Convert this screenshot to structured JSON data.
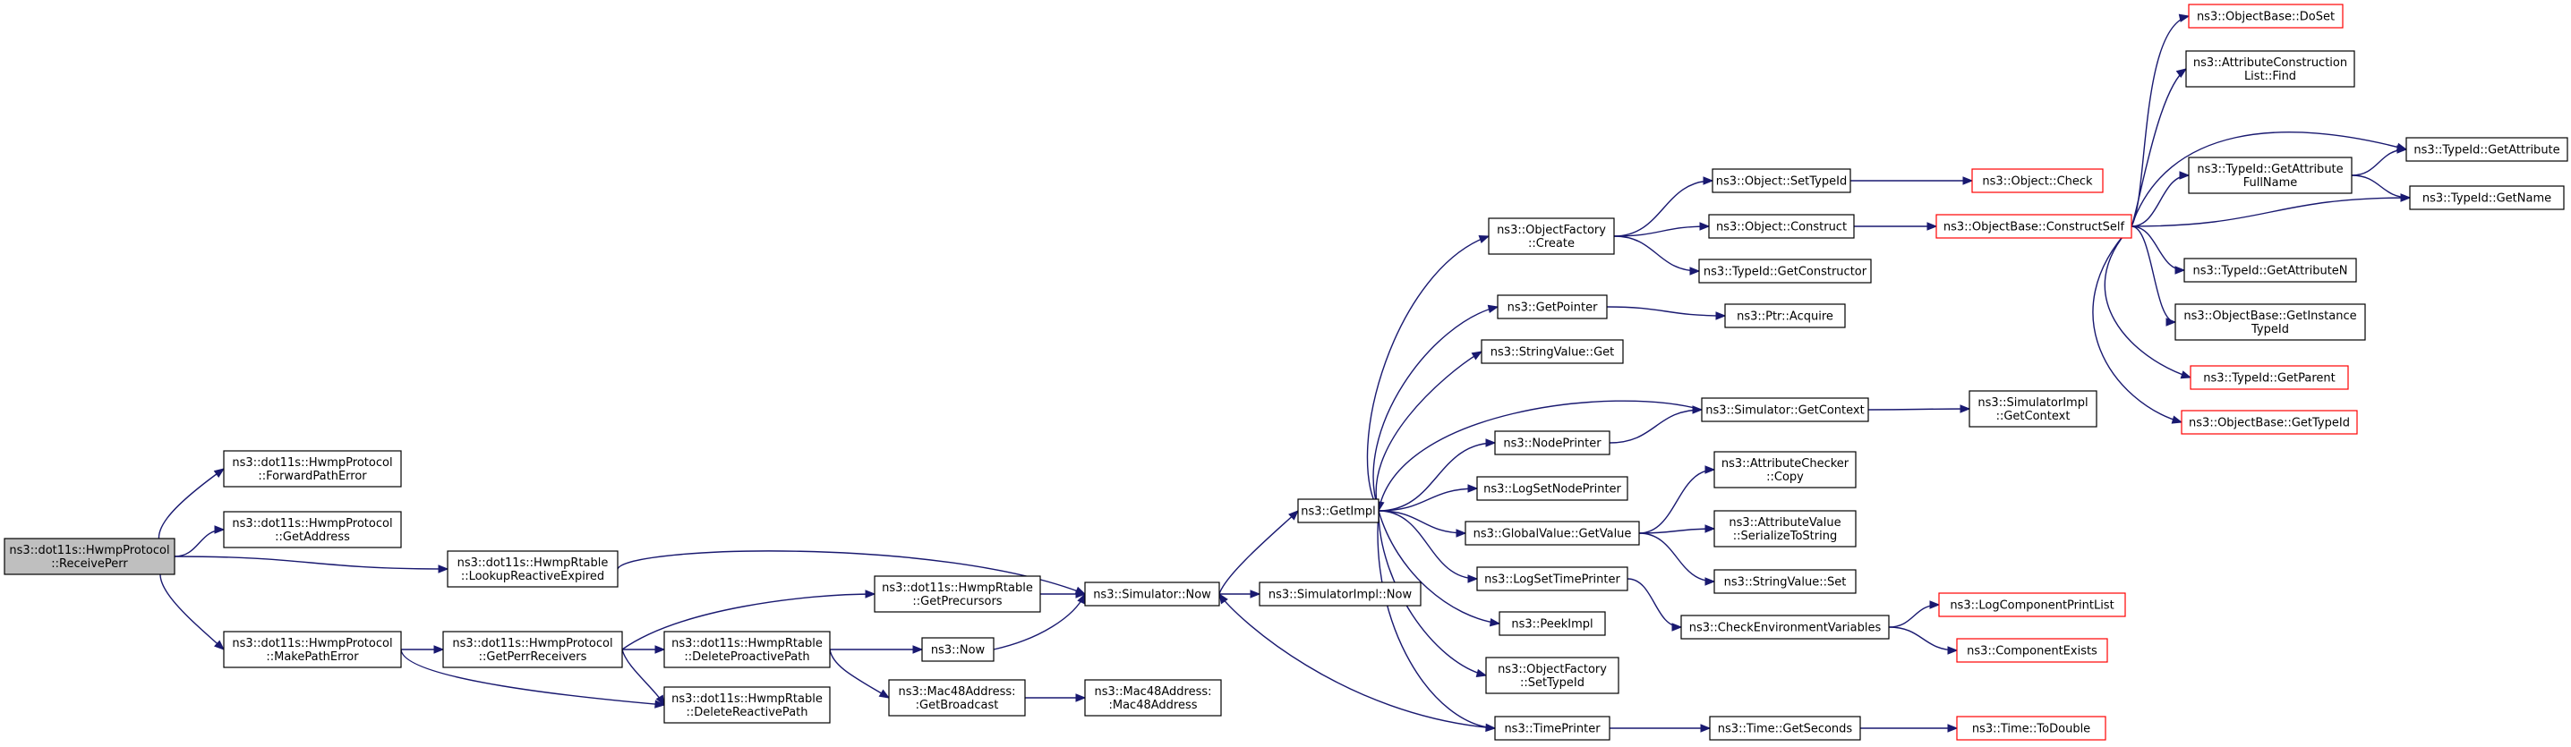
{
  "colors": {
    "node_border": "#000000",
    "node_fill": "#ffffff",
    "root_fill": "#bfbfbf",
    "undocumented_border": "#ff0000",
    "edge": "#191970"
  },
  "nodes": [
    {
      "id": "receive_perr",
      "lines": [
        "ns3::dot11s::HwmpProtocol",
        "::ReceivePerr"
      ],
      "root": true
    },
    {
      "id": "forward_path_error",
      "lines": [
        "ns3::dot11s::HwmpProtocol",
        "::ForwardPathError"
      ]
    },
    {
      "id": "get_address",
      "lines": [
        "ns3::dot11s::HwmpProtocol",
        "::GetAddress"
      ]
    },
    {
      "id": "lookup_reactive_expired",
      "lines": [
        "ns3::dot11s::HwmpRtable",
        "::LookupReactiveExpired"
      ]
    },
    {
      "id": "make_path_error",
      "lines": [
        "ns3::dot11s::HwmpProtocol",
        "::MakePathError"
      ]
    },
    {
      "id": "get_perr_receivers",
      "lines": [
        "ns3::dot11s::HwmpProtocol",
        "::GetPerrReceivers"
      ]
    },
    {
      "id": "get_precursors",
      "lines": [
        "ns3::dot11s::HwmpRtable",
        "::GetPrecursors"
      ]
    },
    {
      "id": "delete_proactive_path",
      "lines": [
        "ns3::dot11s::HwmpRtable",
        "::DeleteProactivePath"
      ]
    },
    {
      "id": "delete_reactive_path",
      "lines": [
        "ns3::dot11s::HwmpRtable",
        "::DeleteReactivePath"
      ]
    },
    {
      "id": "now",
      "lines": [
        "ns3::Now"
      ]
    },
    {
      "id": "get_broadcast",
      "lines": [
        "ns3::Mac48Address:",
        ":GetBroadcast"
      ]
    },
    {
      "id": "mac48_ctor",
      "lines": [
        "ns3::Mac48Address:",
        ":Mac48Address"
      ]
    },
    {
      "id": "simulator_now",
      "lines": [
        "ns3::Simulator::Now"
      ]
    },
    {
      "id": "simulator_impl_now",
      "lines": [
        "ns3::SimulatorImpl::Now"
      ]
    },
    {
      "id": "get_impl",
      "lines": [
        "ns3::GetImpl"
      ]
    },
    {
      "id": "object_factory_create",
      "lines": [
        "ns3::ObjectFactory",
        "::Create"
      ]
    },
    {
      "id": "get_pointer",
      "lines": [
        "ns3::GetPointer"
      ]
    },
    {
      "id": "string_value_get",
      "lines": [
        "ns3::StringValue::Get"
      ]
    },
    {
      "id": "node_printer",
      "lines": [
        "ns3::NodePrinter"
      ]
    },
    {
      "id": "log_set_node_printer",
      "lines": [
        "ns3::LogSetNodePrinter"
      ]
    },
    {
      "id": "global_value_get_value",
      "lines": [
        "ns3::GlobalValue::GetValue"
      ]
    },
    {
      "id": "log_set_time_printer",
      "lines": [
        "ns3::LogSetTimePrinter"
      ]
    },
    {
      "id": "peek_impl",
      "lines": [
        "ns3::PeekImpl"
      ]
    },
    {
      "id": "object_factory_set_type_id",
      "lines": [
        "ns3::ObjectFactory",
        "::SetTypeId"
      ]
    },
    {
      "id": "time_printer",
      "lines": [
        "ns3::TimePrinter"
      ]
    },
    {
      "id": "object_set_type_id",
      "lines": [
        "ns3::Object::SetTypeId"
      ]
    },
    {
      "id": "object_construct",
      "lines": [
        "ns3::Object::Construct"
      ]
    },
    {
      "id": "type_id_get_constructor",
      "lines": [
        "ns3::TypeId::GetConstructor"
      ]
    },
    {
      "id": "ptr_acquire",
      "lines": [
        "ns3::Ptr::Acquire"
      ]
    },
    {
      "id": "simulator_get_context",
      "lines": [
        "ns3::Simulator::GetContext"
      ]
    },
    {
      "id": "attribute_checker_copy",
      "lines": [
        "ns3::AttributeChecker",
        "::Copy"
      ]
    },
    {
      "id": "attribute_value_serialize",
      "lines": [
        "ns3::AttributeValue",
        "::SerializeToString"
      ]
    },
    {
      "id": "string_value_set",
      "lines": [
        "ns3::StringValue::Set"
      ]
    },
    {
      "id": "check_environment_variables",
      "lines": [
        "ns3::CheckEnvironmentVariables"
      ]
    },
    {
      "id": "time_get_seconds",
      "lines": [
        "ns3::Time::GetSeconds"
      ]
    },
    {
      "id": "object_check",
      "lines": [
        "ns3::Object::Check"
      ],
      "undocumented": true
    },
    {
      "id": "construct_self",
      "lines": [
        "ns3::ObjectBase::ConstructSelf"
      ],
      "undocumented": true
    },
    {
      "id": "simulator_impl_get_context",
      "lines": [
        "ns3::SimulatorImpl",
        "::GetContext"
      ]
    },
    {
      "id": "log_component_print_list",
      "lines": [
        "ns3::LogComponentPrintList"
      ],
      "undocumented": true
    },
    {
      "id": "component_exists",
      "lines": [
        "ns3::ComponentExists"
      ],
      "undocumented": true
    },
    {
      "id": "time_to_double",
      "lines": [
        "ns3::Time::ToDouble"
      ],
      "undocumented": true
    },
    {
      "id": "object_base_do_set",
      "lines": [
        "ns3::ObjectBase::DoSet"
      ],
      "undocumented": true
    },
    {
      "id": "attribute_construction_list_find",
      "lines": [
        "ns3::AttributeConstruction",
        "List::Find"
      ]
    },
    {
      "id": "type_id_get_attribute_full_name",
      "lines": [
        "ns3::TypeId::GetAttribute",
        "FullName"
      ]
    },
    {
      "id": "type_id_get_attribute_n",
      "lines": [
        "ns3::TypeId::GetAttributeN"
      ]
    },
    {
      "id": "object_base_get_instance_type_id",
      "lines": [
        "ns3::ObjectBase::GetInstance",
        "TypeId"
      ]
    },
    {
      "id": "type_id_get_parent",
      "lines": [
        "ns3::TypeId::GetParent"
      ],
      "undocumented": true
    },
    {
      "id": "object_base_get_type_id",
      "lines": [
        "ns3::ObjectBase::GetTypeId"
      ],
      "undocumented": true
    },
    {
      "id": "type_id_get_attribute",
      "lines": [
        "ns3::TypeId::GetAttribute"
      ]
    },
    {
      "id": "type_id_get_name",
      "lines": [
        "ns3::TypeId::GetName"
      ]
    }
  ]
}
